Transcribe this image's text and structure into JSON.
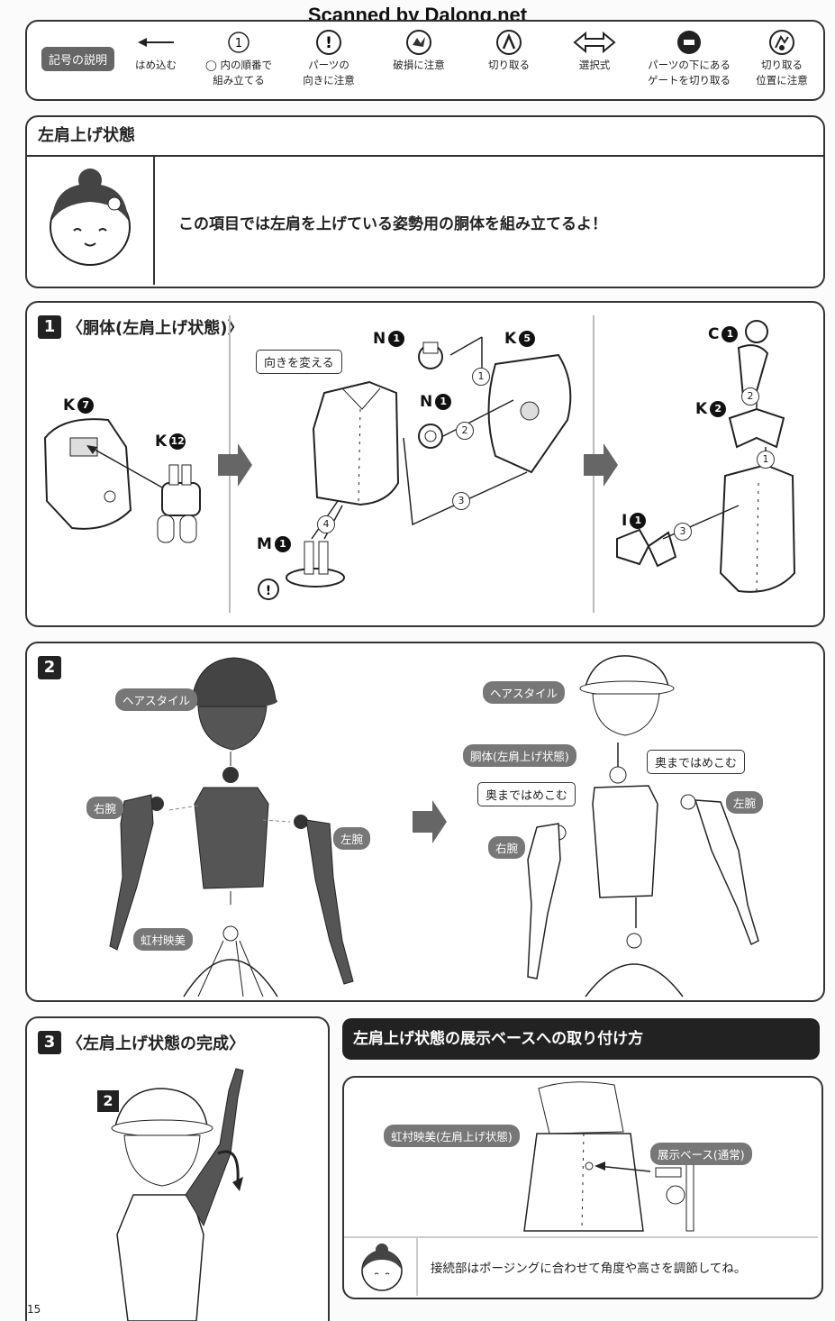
{
  "watermark": "Scanned by Dalong.net",
  "legend": {
    "title": "記号の説明",
    "items": [
      {
        "line1": "はめ込む",
        "line2": ""
      },
      {
        "line1": "◯ 内の順番で",
        "line2": "組み立てる",
        "icon_text": "1"
      },
      {
        "line1": "パーツの",
        "line2": "向きに注意",
        "icon_text": "!"
      },
      {
        "line1": "破損に注意",
        "line2": ""
      },
      {
        "line1": "切り取る",
        "line2": ""
      },
      {
        "line1": "選択式",
        "line2": ""
      },
      {
        "line1": "パーツの下にある",
        "line2": "ゲートを切り取る"
      },
      {
        "line1": "切り取る",
        "line2": "位置に注意"
      }
    ]
  },
  "intro": {
    "title": "左肩上げ状態",
    "message": "この項目では左肩を上げている姿勢用の胴体を組み立てるよ！"
  },
  "step1": {
    "number": "1",
    "title": "〈胴体(左肩上げ状態)〉",
    "callout": "向きを変える",
    "parts": [
      {
        "letter": "K",
        "num": "7"
      },
      {
        "letter": "K",
        "num": "12"
      },
      {
        "letter": "M",
        "num": "1"
      },
      {
        "letter": "N",
        "num": "1"
      },
      {
        "letter": "N",
        "num": "1"
      },
      {
        "letter": "K",
        "num": "5"
      },
      {
        "letter": "C",
        "num": "1"
      },
      {
        "letter": "K",
        "num": "2"
      },
      {
        "letter": "I",
        "num": "1"
      }
    ],
    "order": [
      "1",
      "2",
      "3",
      "4",
      "2",
      "1",
      "3"
    ]
  },
  "step2": {
    "number": "2",
    "labels": {
      "hair_left": "ヘアスタイル",
      "right_arm_left": "右腕",
      "left_arm_left": "左腕",
      "body_name": "虹村映美",
      "hair_right": "ヘアスタイル",
      "torso_right": "胴体(左肩上げ状態)",
      "right_arm_right": "右腕",
      "left_arm_right": "左腕"
    },
    "callouts": {
      "deep_left": "奥まではめこむ",
      "deep_right": "奥まではめこむ"
    }
  },
  "step3": {
    "number": "3",
    "title": "〈左肩上げ状態の完成〉",
    "badge": "2"
  },
  "base_section": {
    "title": "左肩上げ状態の展示ベースへの取り付け方",
    "figure_label": "虹村映美(左肩上げ状態)",
    "base_label": "展示ベース(通常)",
    "tip": "接続部はポージングに合わせて角度や高さを調節してね。"
  },
  "page_number": "15"
}
